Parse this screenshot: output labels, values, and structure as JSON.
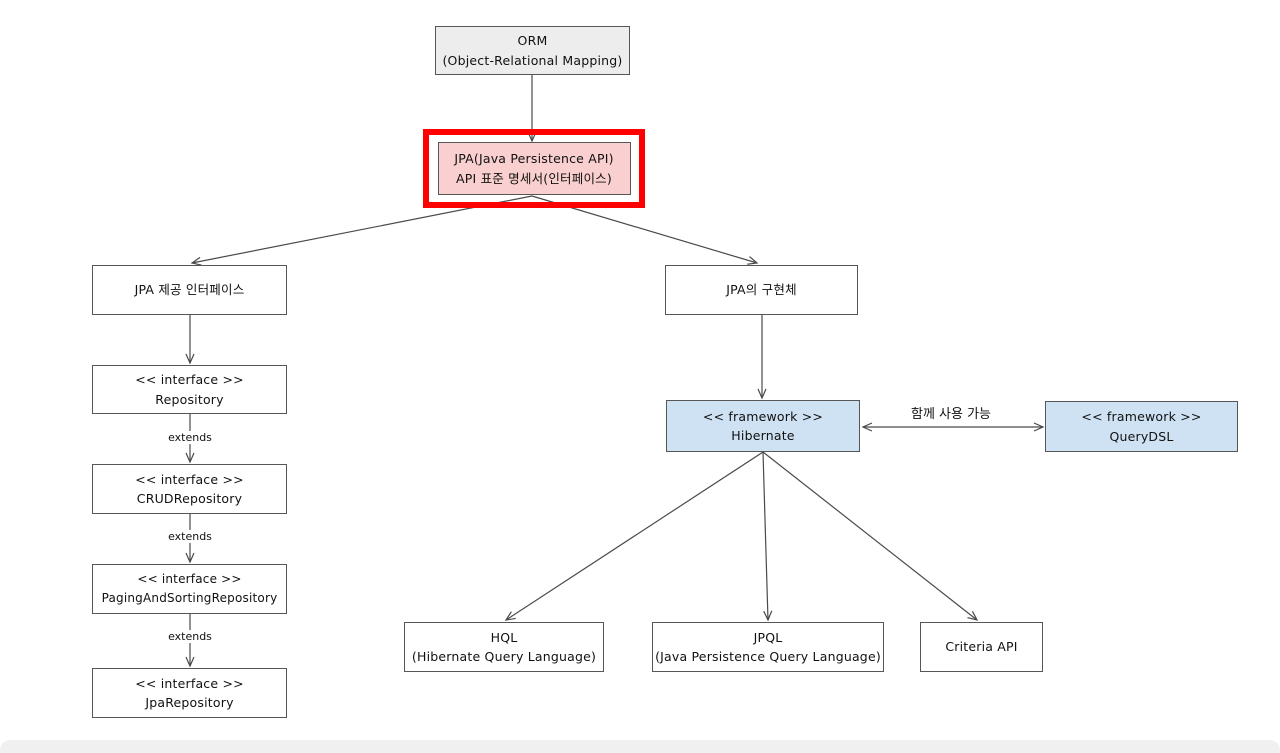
{
  "diagram": {
    "title_context": "ORM / JPA / Hibernate concept diagram",
    "nodes": {
      "orm": {
        "line1": "ORM",
        "line2": "(Object-Relational Mapping)"
      },
      "jpa": {
        "line1": "JPA(Java Persistence API)",
        "line2": "API 표준 명세서(인터페이스)"
      },
      "jpa_interfaces": {
        "line1": "JPA 제공 인터페이스"
      },
      "repository": {
        "line1": "<< interface >>",
        "line2": "Repository"
      },
      "crud_repository": {
        "line1": "<< interface >>",
        "line2": "CRUDRepository"
      },
      "paging_repository": {
        "line1": "<< interface >>",
        "line2": "PagingAndSortingRepository"
      },
      "jpa_repository": {
        "line1": "<< interface >>",
        "line2": "JpaRepository"
      },
      "jpa_impl": {
        "line1": "JPA의 구현체"
      },
      "hibernate": {
        "line1": "<< framework >>",
        "line2": "Hibernate"
      },
      "querydsl": {
        "line1": "<< framework >>",
        "line2": "QueryDSL"
      },
      "hql": {
        "line1": "HQL",
        "line2": "(Hibernate Query Language)"
      },
      "jpql": {
        "line1": "JPQL",
        "line2": "(Java Persistence Query Language)"
      },
      "criteria": {
        "line1": "Criteria API"
      }
    },
    "edge_labels": {
      "extends1": "extends",
      "extends2": "extends",
      "extends3": "extends",
      "together": "함께 사용 가능"
    },
    "colors": {
      "node_gray": "#ededed",
      "node_pink": "#f9cfcf",
      "node_blue": "#cfe2f3",
      "node_white": "#ffffff",
      "highlight_red": "#fe0000",
      "border": "#565656",
      "line": "#4a4a4a"
    }
  }
}
